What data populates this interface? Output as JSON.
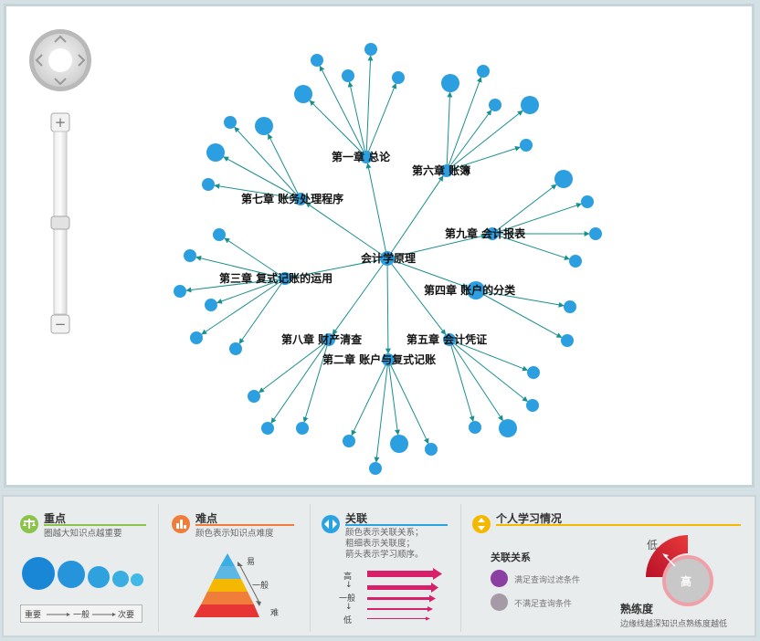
{
  "graph": {
    "root": "会计学原理",
    "chapters": [
      {
        "label": "第一章  总论"
      },
      {
        "label": "第六章  账簿"
      },
      {
        "label": "第七章  账务处理程序"
      },
      {
        "label": "第九章  会计报表"
      },
      {
        "label": "第三章  复式记账的运用"
      },
      {
        "label": "第四章  账户的分类"
      },
      {
        "label": "第八章  财产清查"
      },
      {
        "label": "第五章  会计凭证"
      },
      {
        "label": "第二章  账户与复式记账"
      }
    ]
  },
  "colors": {
    "node": "#2b9fdf",
    "edge": "#1a8f8f",
    "label": "#111111",
    "legend_bg": "#e9eced"
  },
  "controls": {
    "pan_icon": "pan-arrows-icon",
    "zoom_in": "+",
    "zoom_out": "−",
    "zoom_level": 0.5
  },
  "legend": {
    "importance": {
      "title": "重点",
      "desc": "圈越大知识点越重要",
      "scale": [
        "重要",
        "一般",
        "次要"
      ],
      "color": "#8cc34a"
    },
    "difficulty": {
      "title": "难点",
      "desc": "颜色表示知识点难度",
      "easy": "易",
      "medium": "一般",
      "hard": "难",
      "color": "#f07d3a"
    },
    "relation": {
      "title": "关联",
      "desc": "颜色表示关联关系；\n粗细表示关联度；\n箭头表示学习顺序。",
      "high": "高",
      "medium": "一般",
      "low": "低",
      "color": "#2aa4e0"
    },
    "personal": {
      "title": "个人学习情况",
      "relation_title": "关联关系",
      "match": "满足查询过滤条件",
      "nomatch": "不满足查询条件",
      "proficiency_title": "熟练度",
      "proficiency_desc": "边缘线越深知识点熟练度越低",
      "low": "低",
      "high": "高",
      "color": "#f5b800"
    }
  }
}
